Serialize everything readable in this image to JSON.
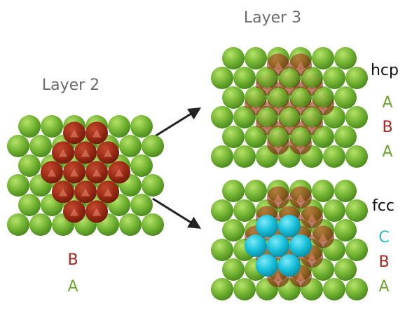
{
  "layer2": {
    "title": "Layer 2",
    "stack": [
      {
        "letter": "B",
        "color": "#a8251b"
      },
      {
        "letter": "A",
        "color": "#6fa531"
      }
    ]
  },
  "layer3": {
    "title": "Layer 3"
  },
  "hcp": {
    "label": "hcp",
    "stack": [
      {
        "letter": "A",
        "color": "#6fa531"
      },
      {
        "letter": "B",
        "color": "#a8251b"
      },
      {
        "letter": "A",
        "color": "#6fa531"
      }
    ]
  },
  "fcc": {
    "label": "fcc",
    "stack": [
      {
        "letter": "C",
        "color": "#2fb7cf"
      },
      {
        "letter": "B",
        "color": "#a8251b"
      },
      {
        "letter": "A",
        "color": "#6fa531"
      }
    ]
  },
  "colors": {
    "layer_a": "#6fa531",
    "layer_b": "#a8251b",
    "layer_c": "#19c2dc"
  }
}
